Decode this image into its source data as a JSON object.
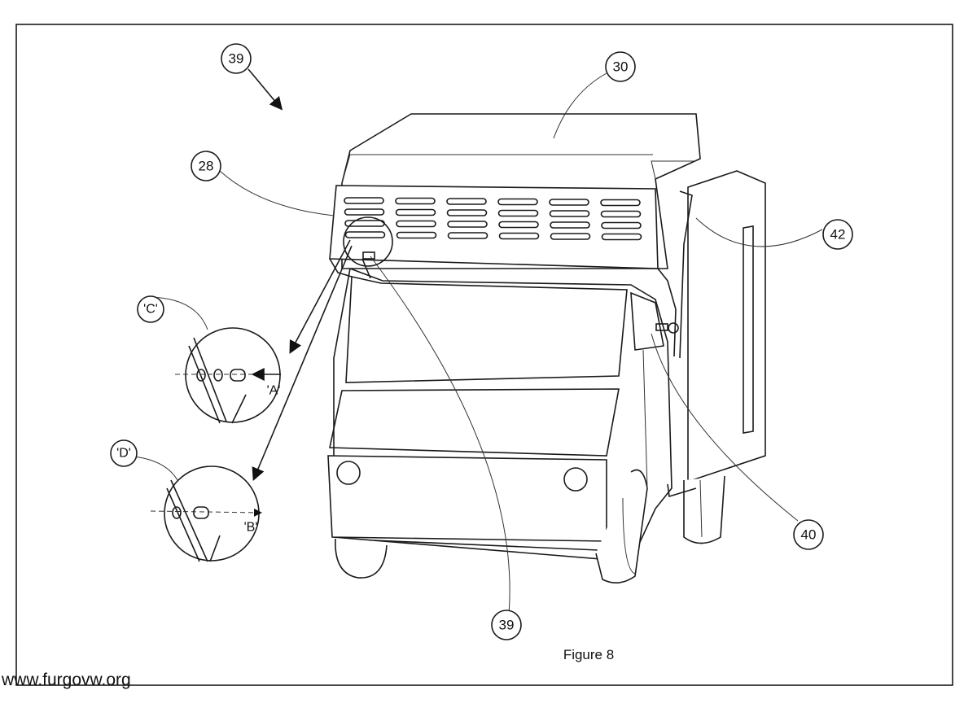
{
  "figure": {
    "caption": "Figure 8",
    "watermark": "www.furgovw.org"
  },
  "callouts": {
    "c39_top": "39",
    "c30": "30",
    "c28": "28",
    "c42": "42",
    "c40": "40",
    "c39_bottom": "39"
  },
  "detail_views": {
    "C": "'C'",
    "D": "'D'",
    "A": "'A'",
    "B": "'B'"
  }
}
